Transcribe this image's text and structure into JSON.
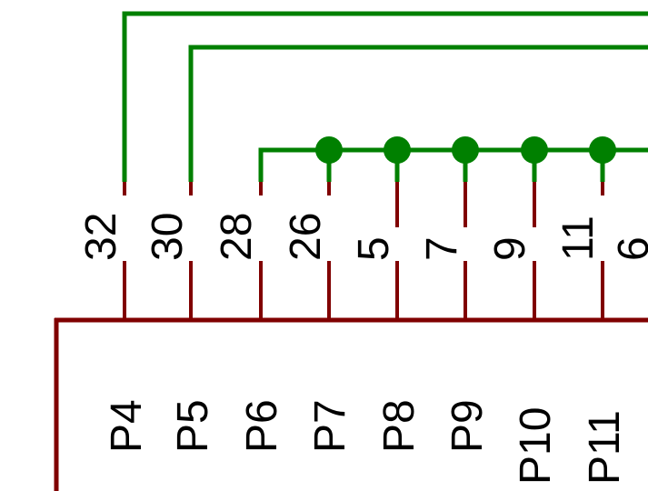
{
  "colors": {
    "wire": "#008000",
    "pin": "#800000",
    "text": "#000000",
    "background": "#ffffff"
  },
  "pins": [
    {
      "number": "32",
      "name": "P4"
    },
    {
      "number": "30",
      "name": "P5"
    },
    {
      "number": "28",
      "name": "P6"
    },
    {
      "number": "26",
      "name": "P7"
    },
    {
      "number": "5",
      "name": "P8"
    },
    {
      "number": "7",
      "name": "P9"
    },
    {
      "number": "9",
      "name": "P10"
    },
    {
      "number": "11",
      "name": "P11"
    },
    {
      "number": "6",
      "name": ""
    }
  ]
}
